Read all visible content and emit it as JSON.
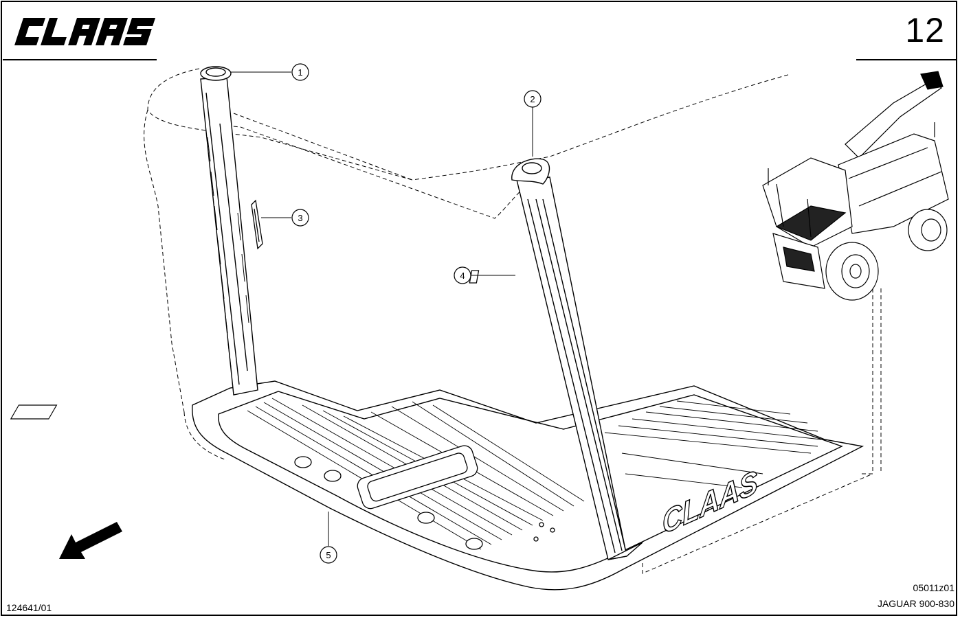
{
  "header": {
    "brand": "CLAAS",
    "page_number": "12"
  },
  "footer": {
    "drawing_number": "124641/01",
    "illustration_id": "05011z01",
    "model": "JAGUAR 900-830"
  },
  "callouts": [
    {
      "label": "1"
    },
    {
      "label": "2"
    },
    {
      "label": "3"
    },
    {
      "label": "4"
    },
    {
      "label": "5"
    }
  ],
  "floor_mat": {
    "brand_marking": "CLAAS"
  },
  "icons": {
    "logo": "claas-logo",
    "arrow": "direction-arrow-icon",
    "machine": "forage-harvester-illustration"
  }
}
